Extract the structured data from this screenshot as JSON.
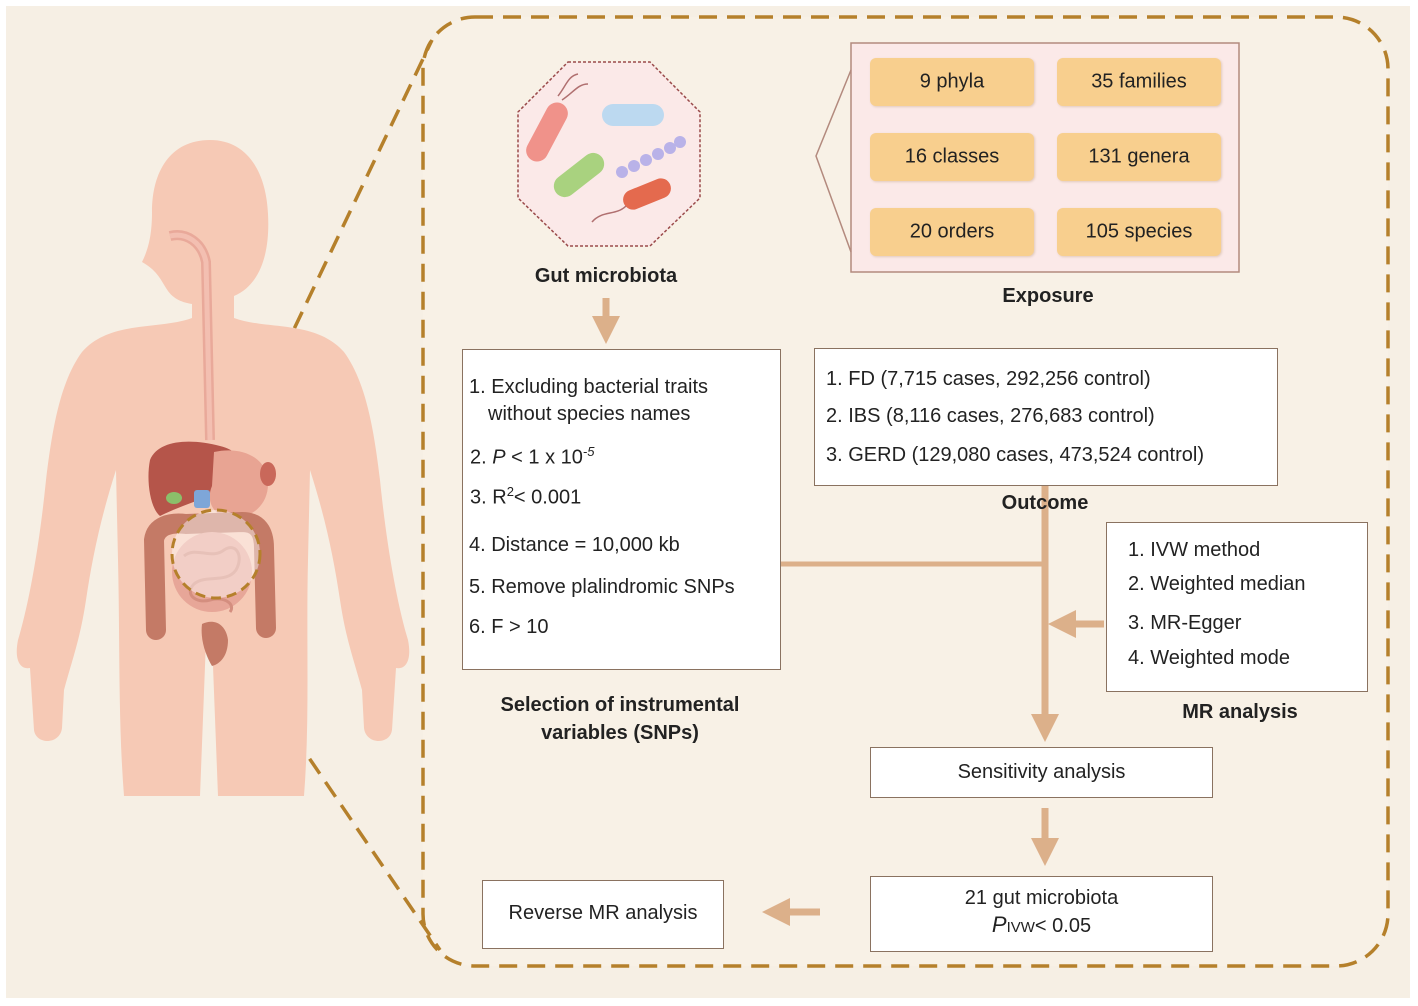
{
  "colors": {
    "background": "#f6efe4",
    "dashed_border": "#b5802b",
    "arrow": "#dcb08a",
    "pill_fill": "#f8cf8e",
    "box_border": "#8a7260",
    "skin": "#f6c9b5"
  },
  "gut_microbiota": {
    "label": "Gut microbiota",
    "icon": "bacteria-icon"
  },
  "exposure": {
    "label": "Exposure",
    "items": [
      "9 phyla",
      "35 families",
      "16 classes",
      "131 genera",
      "20 orders",
      "105 species"
    ]
  },
  "selection": {
    "title_line1": "Selection of instrumental",
    "title_line2": "variables (SNPs)",
    "criteria": {
      "c1_line1": "1. Excluding bacterial traits",
      "c1_line2": "without species names",
      "c2_prefix": "2.",
      "c2_symbol": "P",
      "c2_text": "< 1 x 10",
      "c2_exponent": "-5",
      "c3_text": "3. R",
      "c3_exponent": "2",
      "c3_rest": "< 0.001",
      "c4": "4. Distance = 10,000 kb",
      "c5": "5. Remove plalindromic SNPs",
      "c6": "6. F  > 10"
    }
  },
  "outcome": {
    "label": "Outcome",
    "items": [
      "1. FD (7,715 cases, 292,256 control)",
      "2. IBS (8,116 cases, 276,683 control)",
      "3. GERD (129,080 cases, 473,524 control)"
    ]
  },
  "mr_analysis": {
    "label": "MR analysis",
    "methods": [
      "1. IVW method",
      "2. Weighted median",
      "3. MR-Egger",
      "4. Weighted mode"
    ]
  },
  "sensitivity": {
    "label": "Sensitivity analysis"
  },
  "result": {
    "line1": "21 gut microbiota",
    "symbol": "P",
    "subscript": "IVW",
    "comparison": "< 0.05"
  },
  "reverse": {
    "label": "Reverse MR analysis"
  },
  "anatomy": {
    "icon": "human-body-icon"
  }
}
